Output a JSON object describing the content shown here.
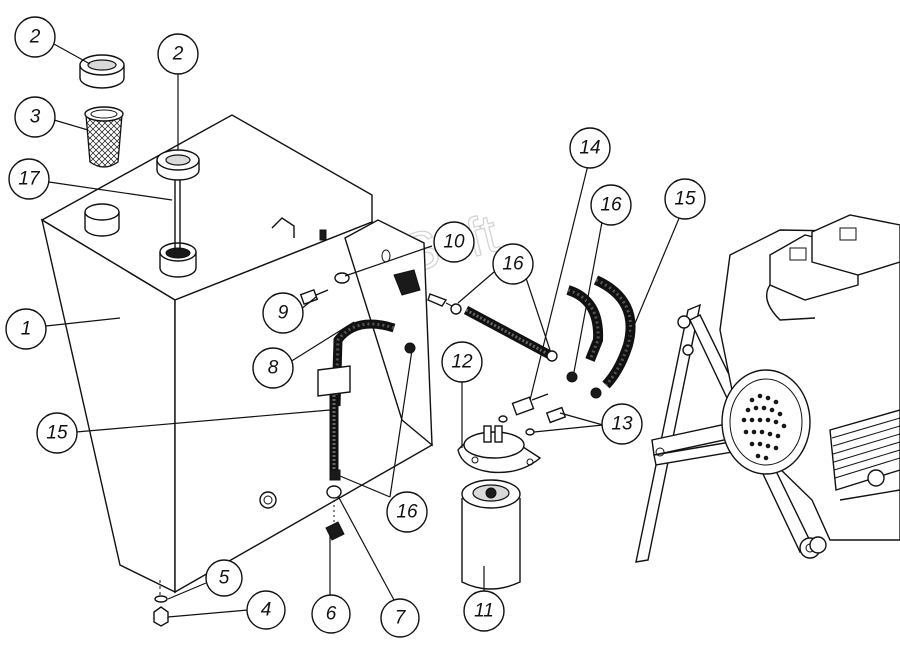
{
  "watermark": "AutoSoft",
  "callouts": [
    {
      "id": "c2a",
      "label": "2"
    },
    {
      "id": "c2b",
      "label": "2"
    },
    {
      "id": "c3",
      "label": "3"
    },
    {
      "id": "c17",
      "label": "17"
    },
    {
      "id": "c1",
      "label": "1"
    },
    {
      "id": "c9",
      "label": "9"
    },
    {
      "id": "c10",
      "label": "10"
    },
    {
      "id": "c8",
      "label": "8"
    },
    {
      "id": "c16a",
      "label": "16"
    },
    {
      "id": "c14",
      "label": "14"
    },
    {
      "id": "c16b",
      "label": "16"
    },
    {
      "id": "c15a",
      "label": "15"
    },
    {
      "id": "c12",
      "label": "12"
    },
    {
      "id": "c13",
      "label": "13"
    },
    {
      "id": "c15b",
      "label": "15"
    },
    {
      "id": "c16c",
      "label": "16"
    },
    {
      "id": "c11",
      "label": "11"
    },
    {
      "id": "c5",
      "label": "5"
    },
    {
      "id": "c4",
      "label": "4"
    },
    {
      "id": "c6",
      "label": "6"
    },
    {
      "id": "c7",
      "label": "7"
    }
  ]
}
